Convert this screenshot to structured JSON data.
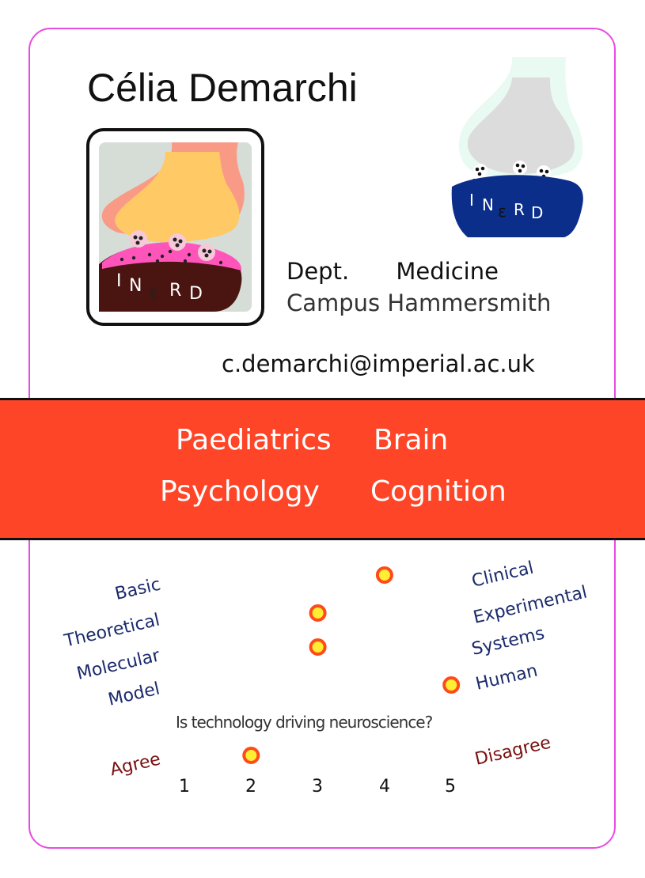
{
  "card": {
    "name": "Célia Demarchi",
    "dept_label": "Dept.",
    "dept_value": "Medicine",
    "campus": "Campus Hammersmith",
    "email": "c.demarchi@imperial.ac.uk",
    "logo_text": {
      "i": "I",
      "n": "N",
      "e": "ε",
      "r": "R",
      "d": "D"
    }
  },
  "keywords": [
    "Paediatrics",
    "Brain",
    "Psychology",
    "Cognition"
  ],
  "survey": {
    "scales": [
      {
        "left": "Basic",
        "right": "Clinical",
        "value": 4
      },
      {
        "left": "Theoretical",
        "right": "Experimental",
        "value": 3
      },
      {
        "left": "Molecular",
        "right": "Systems",
        "value": 3
      },
      {
        "left": "Model",
        "right": "Human",
        "value": 5
      }
    ],
    "question": {
      "text": "Is technology driving neuroscience?",
      "left": "Agree",
      "right": "Disagree",
      "value": 2
    },
    "numbers": [
      "1",
      "2",
      "3",
      "4",
      "5"
    ]
  },
  "colors": {
    "border": "#e84be0",
    "band": "#ff4527",
    "scale_label": "#1a2a6c",
    "question_label": "#7a1010",
    "dot_fill": "#ffee33",
    "dot_ring": "#ff4a1a"
  }
}
